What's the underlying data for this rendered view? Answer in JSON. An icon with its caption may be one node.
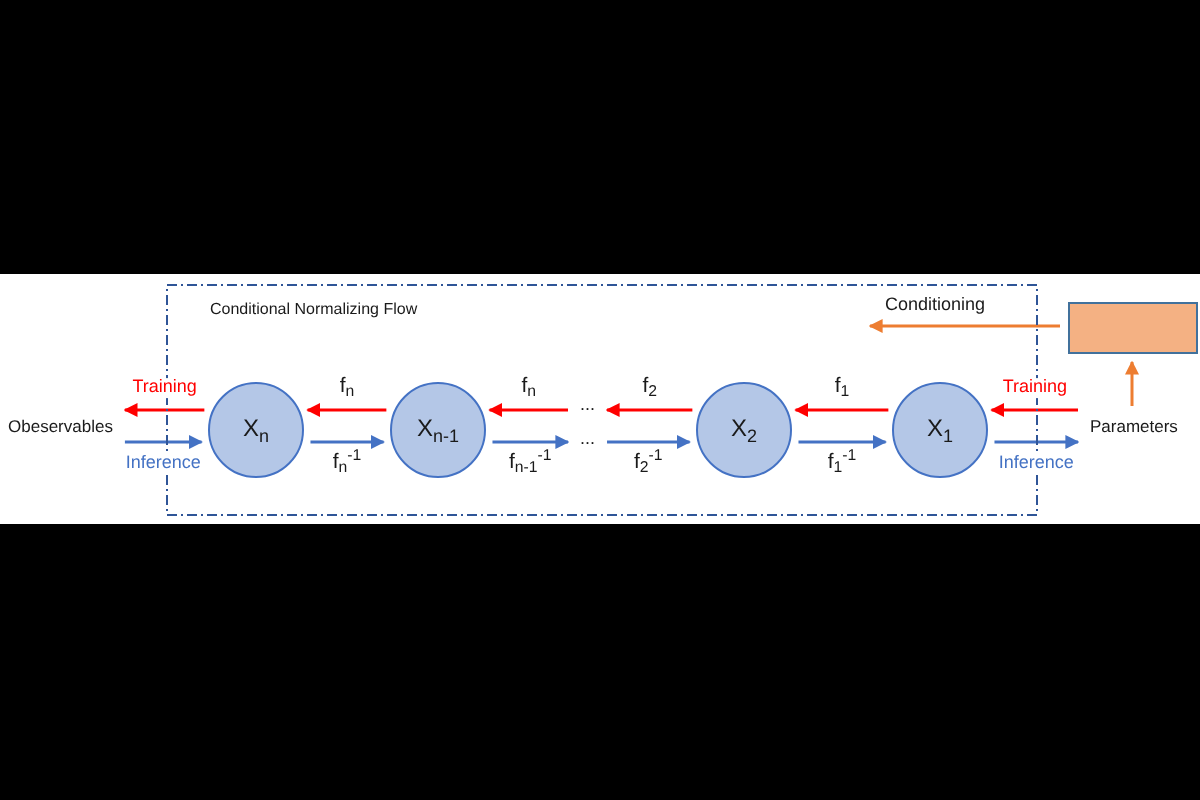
{
  "diagram": {
    "nodes": [
      {
        "text": [
          "Conditional Normalizing Flow"
        ]
      },
      {
        "text": [
          "Obeservables"
        ]
      },
      {
        "text": [
          "X$_{n}$"
        ],
        "in": 0
      },
      {
        "text": [
          "X$_{n-1}$"
        ],
        "in": 0
      },
      {
        "text": [
          "..."
        ],
        "in": 0
      },
      {
        "text": [
          "..."
        ],
        "in": 0
      },
      {
        "text": [
          "X$_{2}$"
        ],
        "in": 0
      },
      {
        "text": [
          "X$_{1}$"
        ],
        "in": 0
      },
      {
        "text": [],
        "shape": "box"
      },
      {
        "text": [
          "Parameters"
        ]
      }
    ],
    "edges": [
      {
        "from": 2,
        "to": 1,
        "arrow": "to",
        "label": "Training",
        "color": "#ff0000"
      },
      {
        "from": 1,
        "to": 2,
        "arrow": "to",
        "label": "Inference",
        "color": "#4472c4"
      },
      {
        "from": 3,
        "to": 2,
        "arrow": "to",
        "label": "f$_{n}$",
        "color": "#ff0000"
      },
      {
        "from": 2,
        "to": 3,
        "arrow": "to",
        "label": "f$_{n}$$^{-1}$",
        "color": "#4472c4"
      },
      {
        "from": 4,
        "to": 3,
        "arrow": "to",
        "label": "f$_{n}$",
        "color": "#ff0000"
      },
      {
        "from": 3,
        "to": 5,
        "arrow": "to",
        "label": "f$_{n-1}$$^{-1}$",
        "color": "#4472c4"
      },
      {
        "from": 6,
        "to": 4,
        "arrow": "to",
        "label": "f$_{2}$",
        "color": "#ff0000"
      },
      {
        "from": 5,
        "to": 6,
        "arrow": "to",
        "label": "f$_{2}$$^{-1}$",
        "color": "#4472c4"
      },
      {
        "from": 7,
        "to": 6,
        "arrow": "to",
        "label": "f$_{1}$",
        "color": "#ff0000"
      },
      {
        "from": 6,
        "to": 7,
        "arrow": "to",
        "label": "f$_{1}$$^{-1}$",
        "color": "#4472c4"
      },
      {
        "from": 9,
        "to": 7,
        "arrow": "to",
        "label": "Training",
        "color": "#ff0000"
      },
      {
        "from": 7,
        "to": 9,
        "arrow": "to",
        "label": "Inference",
        "color": "#4472c4"
      },
      {
        "from": 8,
        "to": 0,
        "arrow": "to",
        "label": "Conditioning",
        "color": "#ed7d31"
      },
      {
        "from": 9,
        "to": 8,
        "arrow": "to",
        "color": "#ed7d31"
      }
    ]
  }
}
